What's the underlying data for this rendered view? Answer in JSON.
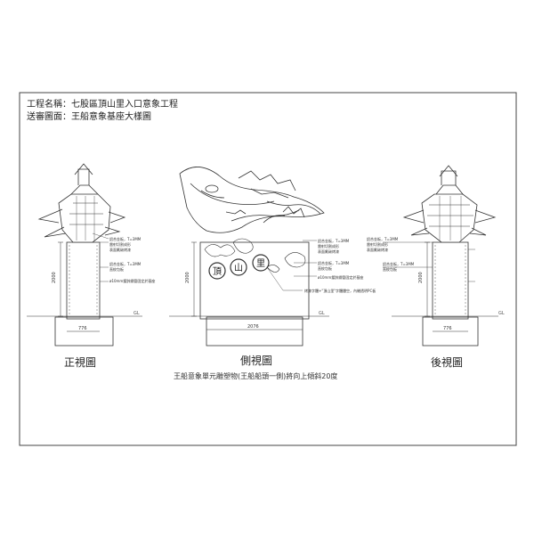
{
  "title_block": {
    "project": "工程名稱：七股區頂山里入口意象工程",
    "drawing": "送審圖面：王船意象基座大樣圖"
  },
  "views": {
    "front": "正視圖",
    "side": "側視圖",
    "rear": "後視圖"
  },
  "dimensions": {
    "front_height": "2000",
    "front_width": "776",
    "side_height": "2000",
    "side_width": "2076",
    "rear_height": "2000",
    "rear_width": "776",
    "ground_front": "GL",
    "ground_side": "GL",
    "ground_rear": "GL"
  },
  "characters": [
    "頂",
    "山",
    "里"
  ],
  "callouts": {
    "front": [
      "鋁合金板，T=3MM",
      "雷射切割成形",
      "表面氟碳烤漆",
      "鋁合金板，T=3MM",
      "直紋包板",
      "ø10mm鍍鋅鋼管固定於基座"
    ],
    "side": [
      "鋁合金板，T=3MM",
      "雷射切割成形",
      "表面氟碳烤漆",
      "鋁合金板，T=3MM",
      "直紋包板",
      "ø10mm鍍鋅鋼管固定於基座",
      "烤漆字體+\"頂山里\"字體鏤空，內襯透明PC板"
    ],
    "rear": [
      "鋁合金板，T=3MM",
      "雷射切割成形",
      "表面氟碳烤漆",
      "鋁合金板，T=3MM",
      "直紋包板"
    ]
  },
  "note": "王船意象單元雕塑物(王船船頭一側)將向上傾斜20度"
}
